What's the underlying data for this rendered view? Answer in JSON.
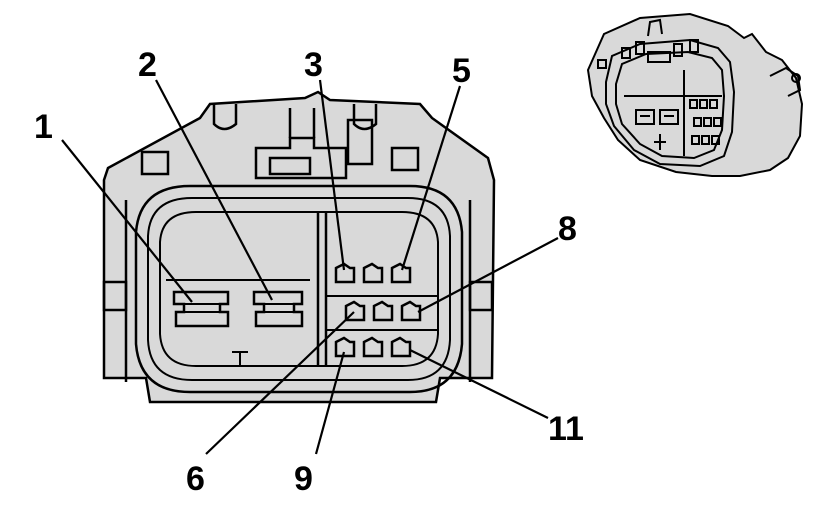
{
  "callouts": [
    {
      "id": "1",
      "label": "1"
    },
    {
      "id": "2",
      "label": "2"
    },
    {
      "id": "3",
      "label": "3"
    },
    {
      "id": "5",
      "label": "5"
    },
    {
      "id": "6",
      "label": "6"
    },
    {
      "id": "8",
      "label": "8"
    },
    {
      "id": "9",
      "label": "9"
    },
    {
      "id": "11",
      "label": "11"
    }
  ]
}
